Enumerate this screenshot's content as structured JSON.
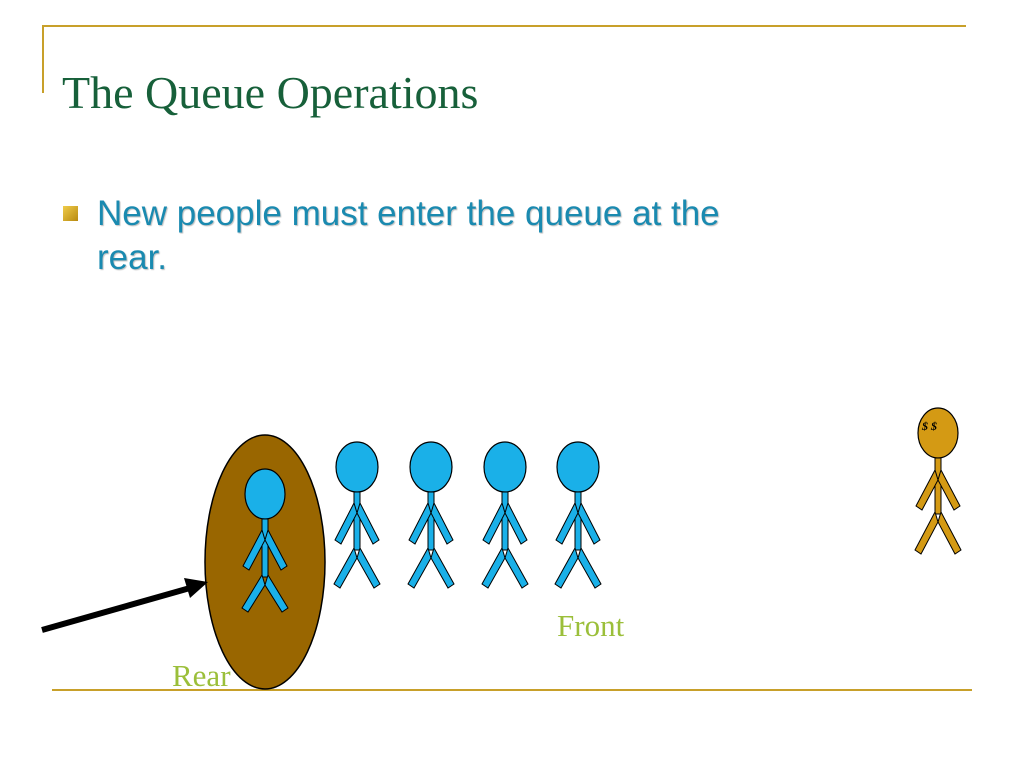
{
  "slide": {
    "title": "The Queue Operations",
    "bullet": "New people must enter the queue at the rear.",
    "labels": {
      "front": "Front",
      "rear": "Rear"
    },
    "customer_symbols": "$ $"
  },
  "colors": {
    "title": "#17603a",
    "bullet_text": "#1a8ab0",
    "label": "#9bbf3a",
    "frame": "#c8a02a",
    "person": "#1ab0e8",
    "customer": "#d49a14",
    "highlight": "#996600",
    "arrow": "#000000"
  }
}
